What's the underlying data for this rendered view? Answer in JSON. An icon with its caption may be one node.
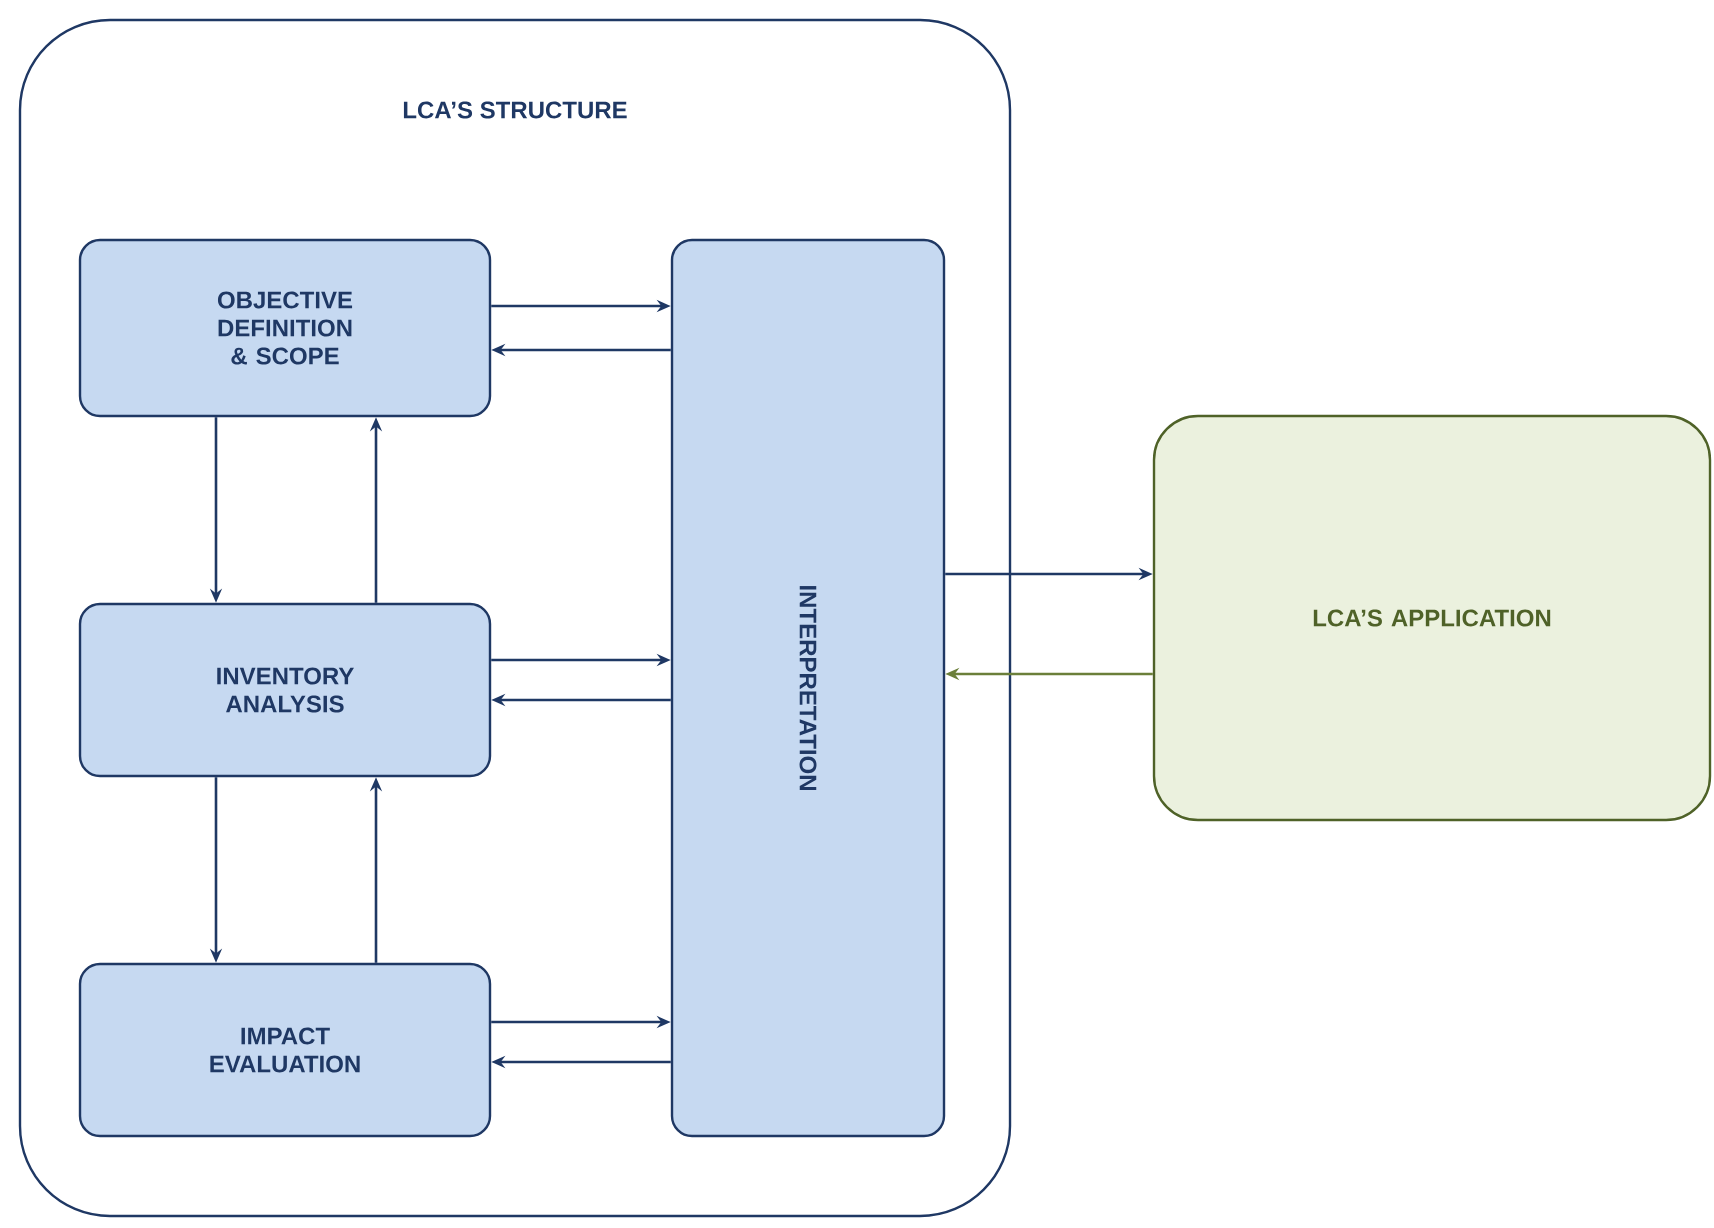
{
  "diagram": {
    "nodes": [
      {
        "text": [
          "LCA’S STRUCTURE"
        ]
      },
      {
        "text": [
          "OBJECTIVE DEFINITION & SCOPE"
        ],
        "in": 0
      },
      {
        "text": [
          "INVENTORY ANALYSIS"
        ],
        "in": 0
      },
      {
        "text": [
          "IMPACT EVALUATION"
        ],
        "in": 0
      },
      {
        "text": [
          "INTERPRETATION"
        ],
        "in": 0
      },
      {
        "text": [
          "LCA’S APPLICATION"
        ]
      }
    ],
    "edges": [
      {
        "from": 1,
        "to": 4,
        "arrow": "to"
      },
      {
        "from": 4,
        "to": 1,
        "arrow": "to"
      },
      {
        "from": 1,
        "to": 2,
        "arrow": "to"
      },
      {
        "from": 2,
        "to": 1,
        "arrow": "to"
      },
      {
        "from": 2,
        "to": 4,
        "arrow": "to"
      },
      {
        "from": 4,
        "to": 2,
        "arrow": "to"
      },
      {
        "from": 2,
        "to": 3,
        "arrow": "to"
      },
      {
        "from": 3,
        "to": 2,
        "arrow": "to"
      },
      {
        "from": 3,
        "to": 4,
        "arrow": "to"
      },
      {
        "from": 4,
        "to": 3,
        "arrow": "to"
      },
      {
        "from": 4,
        "to": 5,
        "arrow": "to"
      },
      {
        "from": 5,
        "to": 4,
        "arrow": "to",
        "color": "#6b7f3a"
      }
    ]
  }
}
